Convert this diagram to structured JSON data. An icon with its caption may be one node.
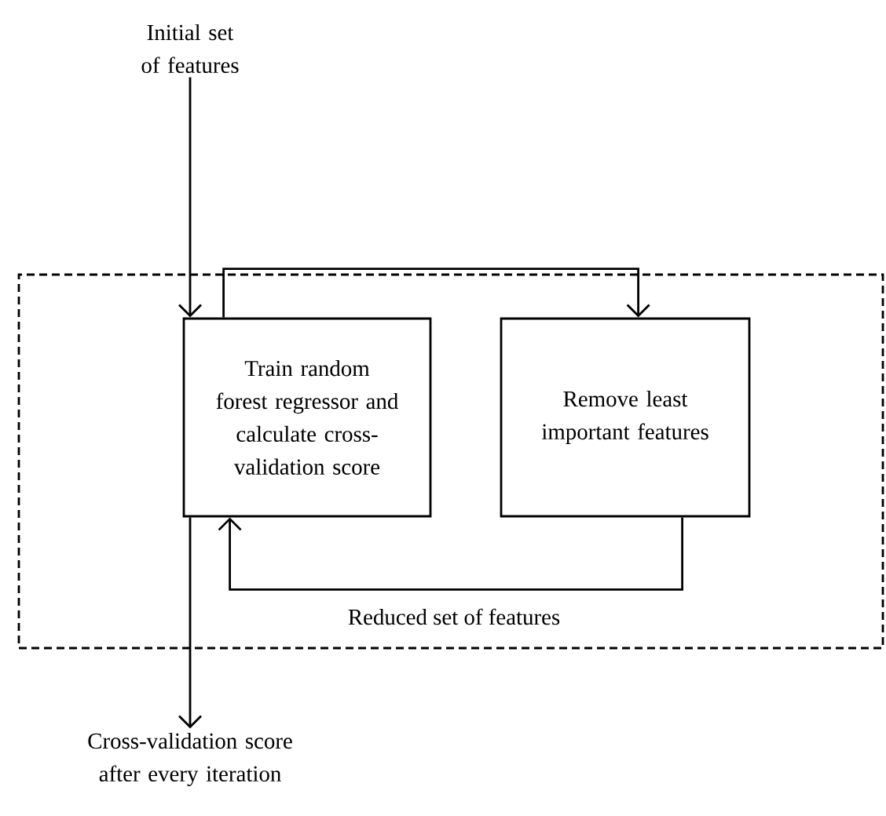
{
  "diagram": {
    "nodes": [
      {
        "text": [
          "Initial set of features"
        ]
      },
      {
        "text": [],
        "shape": "box"
      },
      {
        "text": [
          "Train random forest regressor and calculate cross-validation score"
        ],
        "in": 1
      },
      {
        "text": [
          "Remove least important features"
        ],
        "in": 1
      },
      {
        "text": [
          "Cross-validation score after every iteration"
        ]
      }
    ],
    "edges": [
      {
        "from": 0,
        "to": 2,
        "arrow": "to"
      },
      {
        "from": 2,
        "to": 3,
        "arrow": "to"
      },
      {
        "from": 3,
        "to": 2,
        "arrow": "to",
        "label": "Reduced set of features"
      },
      {
        "from": 2,
        "to": 4,
        "arrow": "to"
      }
    ]
  }
}
